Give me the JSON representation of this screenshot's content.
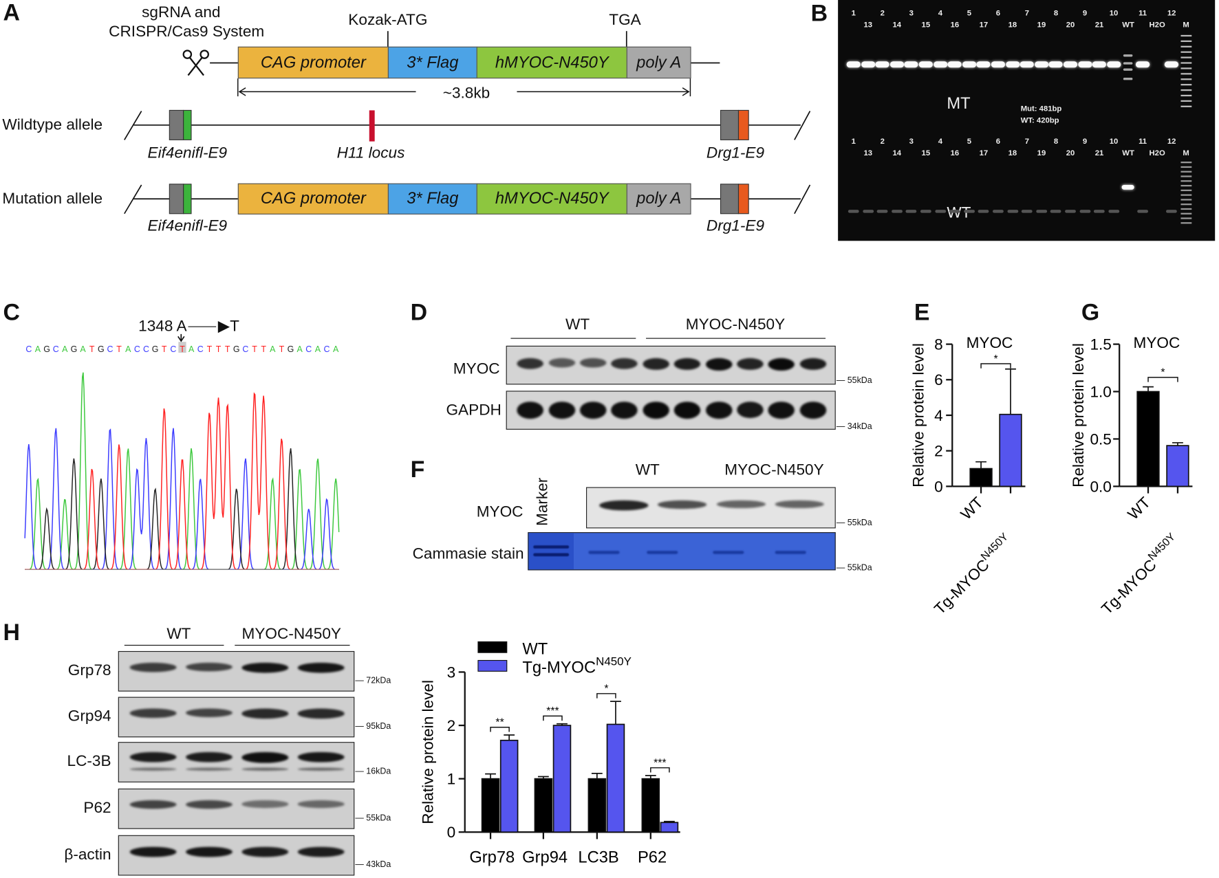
{
  "panels": {
    "a": "A",
    "b": "B",
    "c": "C",
    "d": "D",
    "e": "E",
    "f": "F",
    "g": "G",
    "h": "H"
  },
  "panel_a": {
    "system_label_1": "sgRNA and",
    "system_label_2": "CRISPR/Cas9 System",
    "kozak": "Kozak-ATG",
    "tga": "TGA",
    "construct": [
      "CAG promoter",
      "3* Flag",
      "hMYOC-N450Y",
      "poly A"
    ],
    "construct_colors": [
      "#EBB33E",
      "#4CA3E6",
      "#8DC63F",
      "#A8A8A8"
    ],
    "length": "~3.8kb",
    "wildtype": "Wildtype allele",
    "mutation": "Mutation allele",
    "exon_left": "Eif4enifl-E9",
    "locus": "H11 locus",
    "exon_right": "Drg1-E9"
  },
  "panel_b": {
    "lane_labels": [
      "1",
      "13",
      "2",
      "14",
      "3",
      "15",
      "4",
      "16",
      "5",
      "17",
      "6",
      "18",
      "7",
      "19",
      "8",
      "20",
      "9",
      "21",
      "10",
      "WT",
      "11",
      "H2O",
      "12",
      "M"
    ],
    "mt_label": "MT",
    "wt_label": "WT",
    "size_mut": "Mut: 481bp",
    "size_wt": "WT: 420bp"
  },
  "panel_c": {
    "mutation": "1348 A",
    "mutation_to": "T",
    "sequence": "CAGCAGATGCTACCGTCTACTTTGCTTATGACACA",
    "base_colors": {
      "A": "#3cc83c",
      "C": "#3a3aff",
      "G": "#222222",
      "T": "#ff2020"
    }
  },
  "panel_d": {
    "group_wt": "WT",
    "group_mut": "MYOC-N450Y",
    "row1": "MYOC",
    "row2": "GAPDH",
    "kda1": "55kDa",
    "kda2": "34kDa"
  },
  "panel_f": {
    "marker": "Marker",
    "group_wt": "WT",
    "group_mut": "MYOC-N450Y",
    "row1": "MYOC",
    "row2": "Cammasie stain",
    "kda1": "55kDa",
    "kda2": "55kDa"
  },
  "panel_h": {
    "group_wt": "WT",
    "group_mut": "MYOC-N450Y",
    "rows": [
      "Grp78",
      "Grp94",
      "LC-3B",
      "P62",
      "β-actin"
    ],
    "kda": [
      "72kDa",
      "95kDa",
      "16kDa",
      "55kDa",
      "43kDa"
    ]
  },
  "colors": {
    "wt": "#000000",
    "tg": "#5555EE"
  },
  "chart_data": [
    {
      "id": "E",
      "type": "bar",
      "title": "MYOC",
      "ylabel": "Relative protein level",
      "categories": [
        "WT",
        "Tg-MYOC"
      ],
      "category_superscripts": [
        "",
        "N450Y"
      ],
      "values": [
        1.0,
        4.05
      ],
      "errors": [
        0.38,
        2.55
      ],
      "yticks": [
        "0",
        "2",
        "4",
        "6",
        "8"
      ],
      "ylim": [
        0,
        8
      ],
      "significance": [
        "*"
      ]
    },
    {
      "id": "G",
      "type": "bar",
      "title": "MYOC",
      "ylabel": "Relative protein level",
      "categories": [
        "WT",
        "Tg-MYOC"
      ],
      "category_superscripts": [
        "",
        "N450Y"
      ],
      "values": [
        1.0,
        0.43
      ],
      "errors": [
        0.05,
        0.03
      ],
      "yticks": [
        "0.0",
        "0.5",
        "1.0",
        "1.5"
      ],
      "ylim": [
        0,
        1.5
      ],
      "significance": [
        "*"
      ]
    },
    {
      "id": "H",
      "type": "bar",
      "ylabel": "Relative protein level",
      "categories": [
        "Grp78",
        "Grp94",
        "LC3B",
        "P62"
      ],
      "series": [
        {
          "name": "WT",
          "values": [
            1.0,
            1.0,
            1.0,
            1.0
          ],
          "errors": [
            0.09,
            0.04,
            0.1,
            0.06
          ]
        },
        {
          "name": "Tg-MYOC",
          "name_superscript": "N450Y",
          "values": [
            1.72,
            2.0,
            2.02,
            0.18
          ],
          "errors": [
            0.1,
            0.03,
            0.43,
            0.02
          ]
        }
      ],
      "yticks": [
        "0",
        "1",
        "2",
        "3"
      ],
      "ylim": [
        0,
        3
      ],
      "significance": [
        "**",
        "***",
        "*",
        "***"
      ],
      "legend": "top-left"
    }
  ]
}
